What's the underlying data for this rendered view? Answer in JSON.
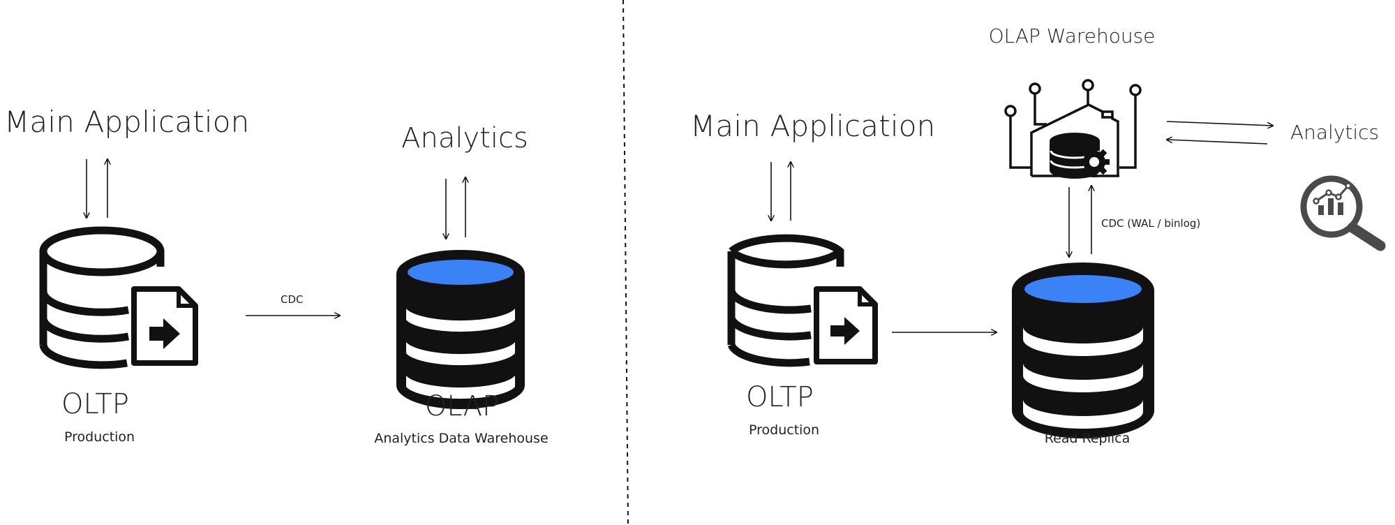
{
  "left": {
    "app_label": "Main Application",
    "analytics_label": "Analytics",
    "oltp_label": "OLTP",
    "oltp_sublabel": "Production",
    "cdc_label": "CDC",
    "olap_label": "OLAP",
    "olap_sublabel": "Analytics Data Warehouse"
  },
  "right": {
    "app_label": "Main Application",
    "oltp_label": "OLTP",
    "oltp_sublabel": "Production",
    "warehouse_label": "OLAP Warehouse",
    "cdc_label": "CDC (WAL / binlog)",
    "replica_label": "Read Replica",
    "analytics_label": "Analytics"
  },
  "colors": {
    "ink": "#111111",
    "db_top_blue": "#3b82f6",
    "icon_gray": "#4a4a4a"
  },
  "icons": {
    "oltp_db": "database-with-file-arrow-icon",
    "olap_db": "database-blue-top-icon",
    "warehouse": "warehouse-house-circuit-icon",
    "analytics": "magnifier-chart-icon"
  }
}
